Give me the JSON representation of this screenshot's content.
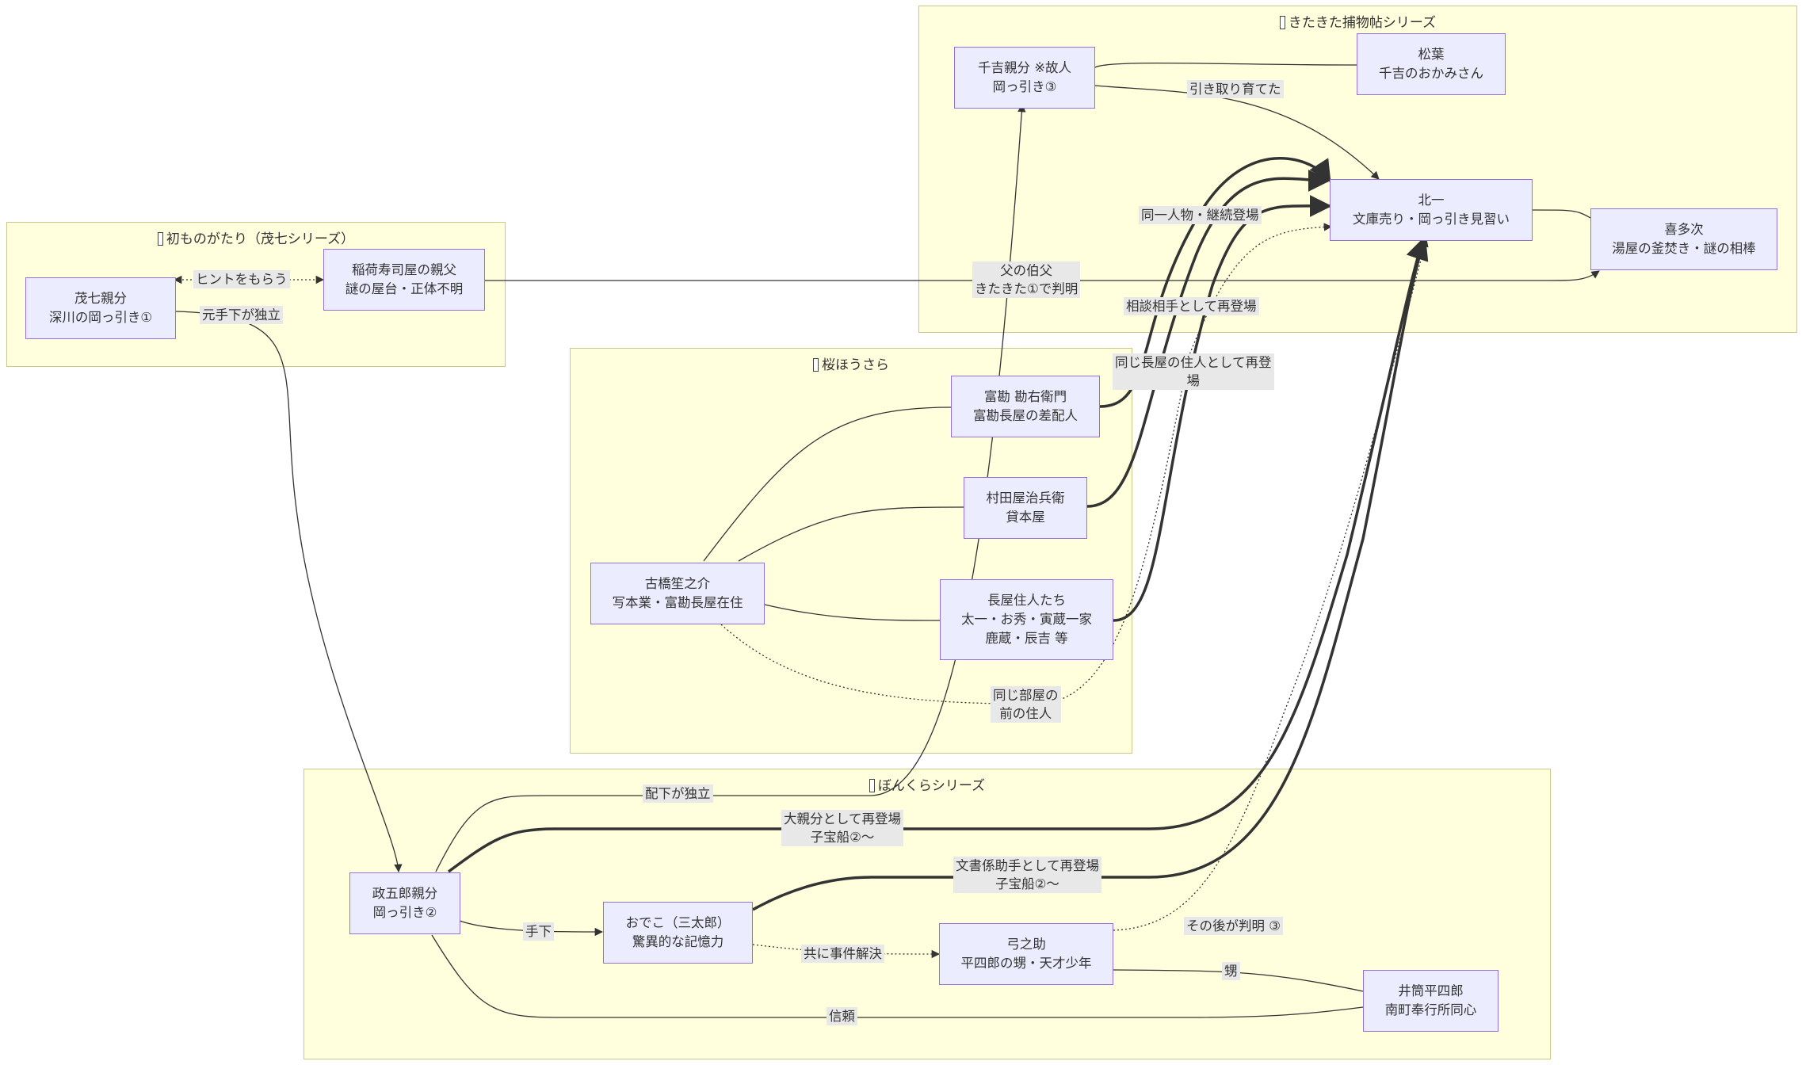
{
  "clusters": {
    "hatsu": "初ものがたり（茂七シリーズ）",
    "kitakita": "きたきた捕物帖シリーズ",
    "sakura": "桜ほうさら",
    "bonkura": "ぼんくらシリーズ"
  },
  "nodes": {
    "moshichi": [
      "茂七親分",
      "深川の岡っ引き①"
    ],
    "inari": [
      "稲荷寿司屋の親父",
      "謎の屋台・正体不明"
    ],
    "senkichi": [
      "千吉親分 ※故人",
      "岡っ引き③"
    ],
    "matsuba": [
      "松葉",
      "千吉のおかみさん"
    ],
    "kitaichi": [
      "北一",
      "文庫売り・岡っ引き見習い"
    ],
    "kitaji": [
      "喜多次",
      "湯屋の釜焚き・謎の相棒"
    ],
    "tomikan": [
      "富勘 勘右衛門",
      "富勘長屋の差配人"
    ],
    "murataya": [
      "村田屋治兵衛",
      "貸本屋"
    ],
    "kasanosuke": [
      "古橋笙之介",
      "写本業・富勘長屋在住"
    ],
    "nagaya": [
      "長屋住人たち",
      "太一・お秀・寅蔵一家",
      "鹿蔵・辰吉 等"
    ],
    "masagoro": [
      "政五郎親分",
      "岡っ引き②"
    ],
    "odeko": [
      "おでこ（三太郎）",
      "驚異的な記憶力"
    ],
    "yuminosuke": [
      "弓之助",
      "平四郎の甥・天才少年"
    ],
    "heishiro": [
      "井筒平四郎",
      "南町奉行所同心"
    ]
  },
  "edge_labels": {
    "hint": "ヒントをもらう",
    "motote": "元手下が独立",
    "hikitori": "引き取り育てた",
    "doitsu": "同一人物・継続登場",
    "ojioya": [
      "父の伯父",
      "きたきた①で判明"
    ],
    "soudan": "相談相手として再登場",
    "onaji_nagaya": [
      "同じ長屋の住人として再登",
      "場"
    ],
    "onaji_heya": [
      "同じ部屋の",
      "前の住人"
    ],
    "haika": "配下が独立",
    "oooyabun": [
      "大親分として再登場",
      "子宝船②〜"
    ],
    "bunsho": [
      "文書係助手として再登場",
      "子宝船②〜"
    ],
    "sonogo": "その後が判明 ③",
    "teshita": "手下",
    "tomoni": "共に事件解決",
    "oi": "甥",
    "shinrai": "信頼"
  }
}
